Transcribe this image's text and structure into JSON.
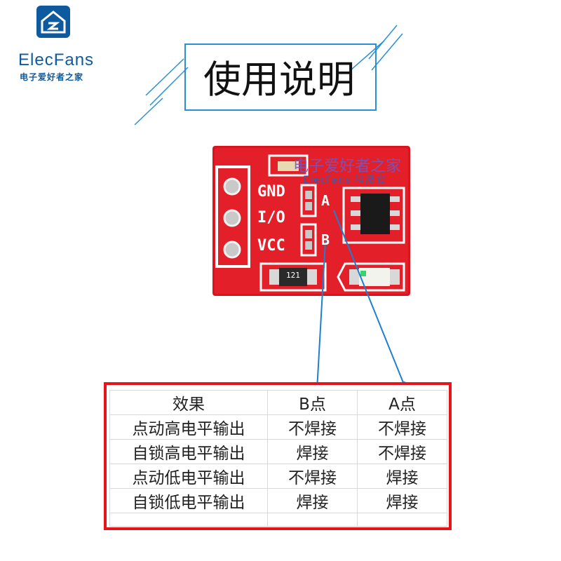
{
  "logo": {
    "brand": "ElecFans",
    "tagline": "电子爱好者之家",
    "icon": "house-circuit-icon",
    "color": "#0e5a9e"
  },
  "title": "使用说明",
  "board": {
    "pin_labels": [
      "GND",
      "I/O",
      "VCC"
    ],
    "pad_labels": [
      "A",
      "B"
    ],
    "resistor_marking": "121",
    "color": "#d9141c"
  },
  "watermark": {
    "line1": "电子爱好者之家",
    "line2": "ElecFans 科彦立"
  },
  "table": {
    "headers": [
      "效果",
      "B点",
      "A点"
    ],
    "rows": [
      [
        "点动高电平输出",
        "不焊接",
        "不焊接"
      ],
      [
        "自锁高电平输出",
        "焊接",
        "不焊接"
      ],
      [
        "点动低电平输出",
        "不焊接",
        "焊接"
      ],
      [
        "自锁低电平输出",
        "焊接",
        "焊接"
      ]
    ],
    "border_color": "#e8141c"
  }
}
